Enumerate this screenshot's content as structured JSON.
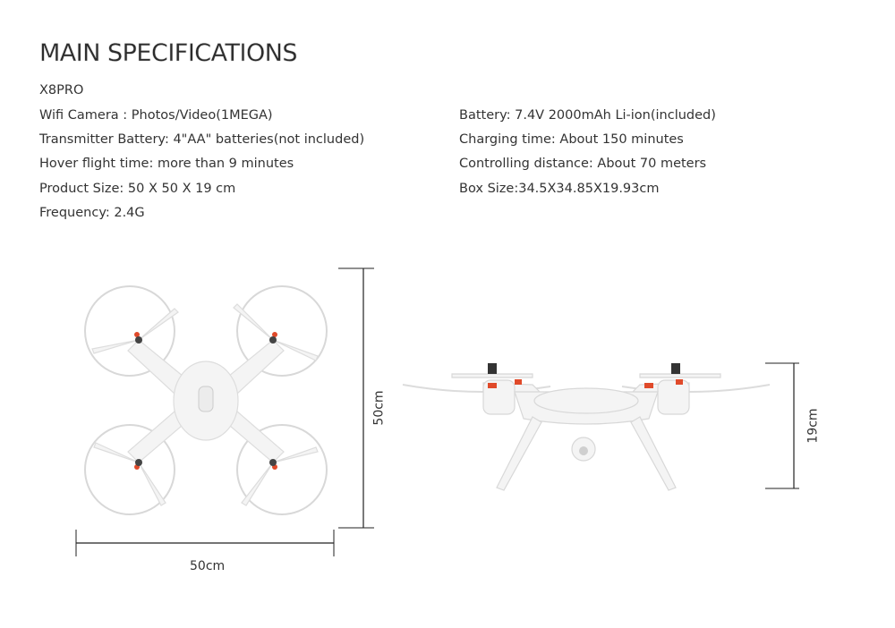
{
  "title": "MAIN SPECIFICATIONS",
  "model": "X8PRO",
  "specs_left": [
    "Wifi Camera : Photos/Video(1MEGA)",
    "Transmitter Battery: 4\"AA\" batteries(not included)",
    "Hover flight time: more than 9 minutes",
    "Product Size: 50 X 50 X 19 cm",
    "Frequency: 2.4G"
  ],
  "specs_right": [
    "Battery: 7.4V 2000mAh Li-ion(included)",
    "Charging time: About 150 minutes",
    "Controlling distance: About 70 meters",
    "Box Size:34.5X34.85X19.93cm"
  ],
  "dimensions": {
    "top_width": "50cm",
    "top_height": "50cm",
    "side_height": "19cm"
  },
  "colors": {
    "drone_body": "#f2f2f2",
    "accent": "#e04a2a",
    "dim_line": "#222222"
  }
}
